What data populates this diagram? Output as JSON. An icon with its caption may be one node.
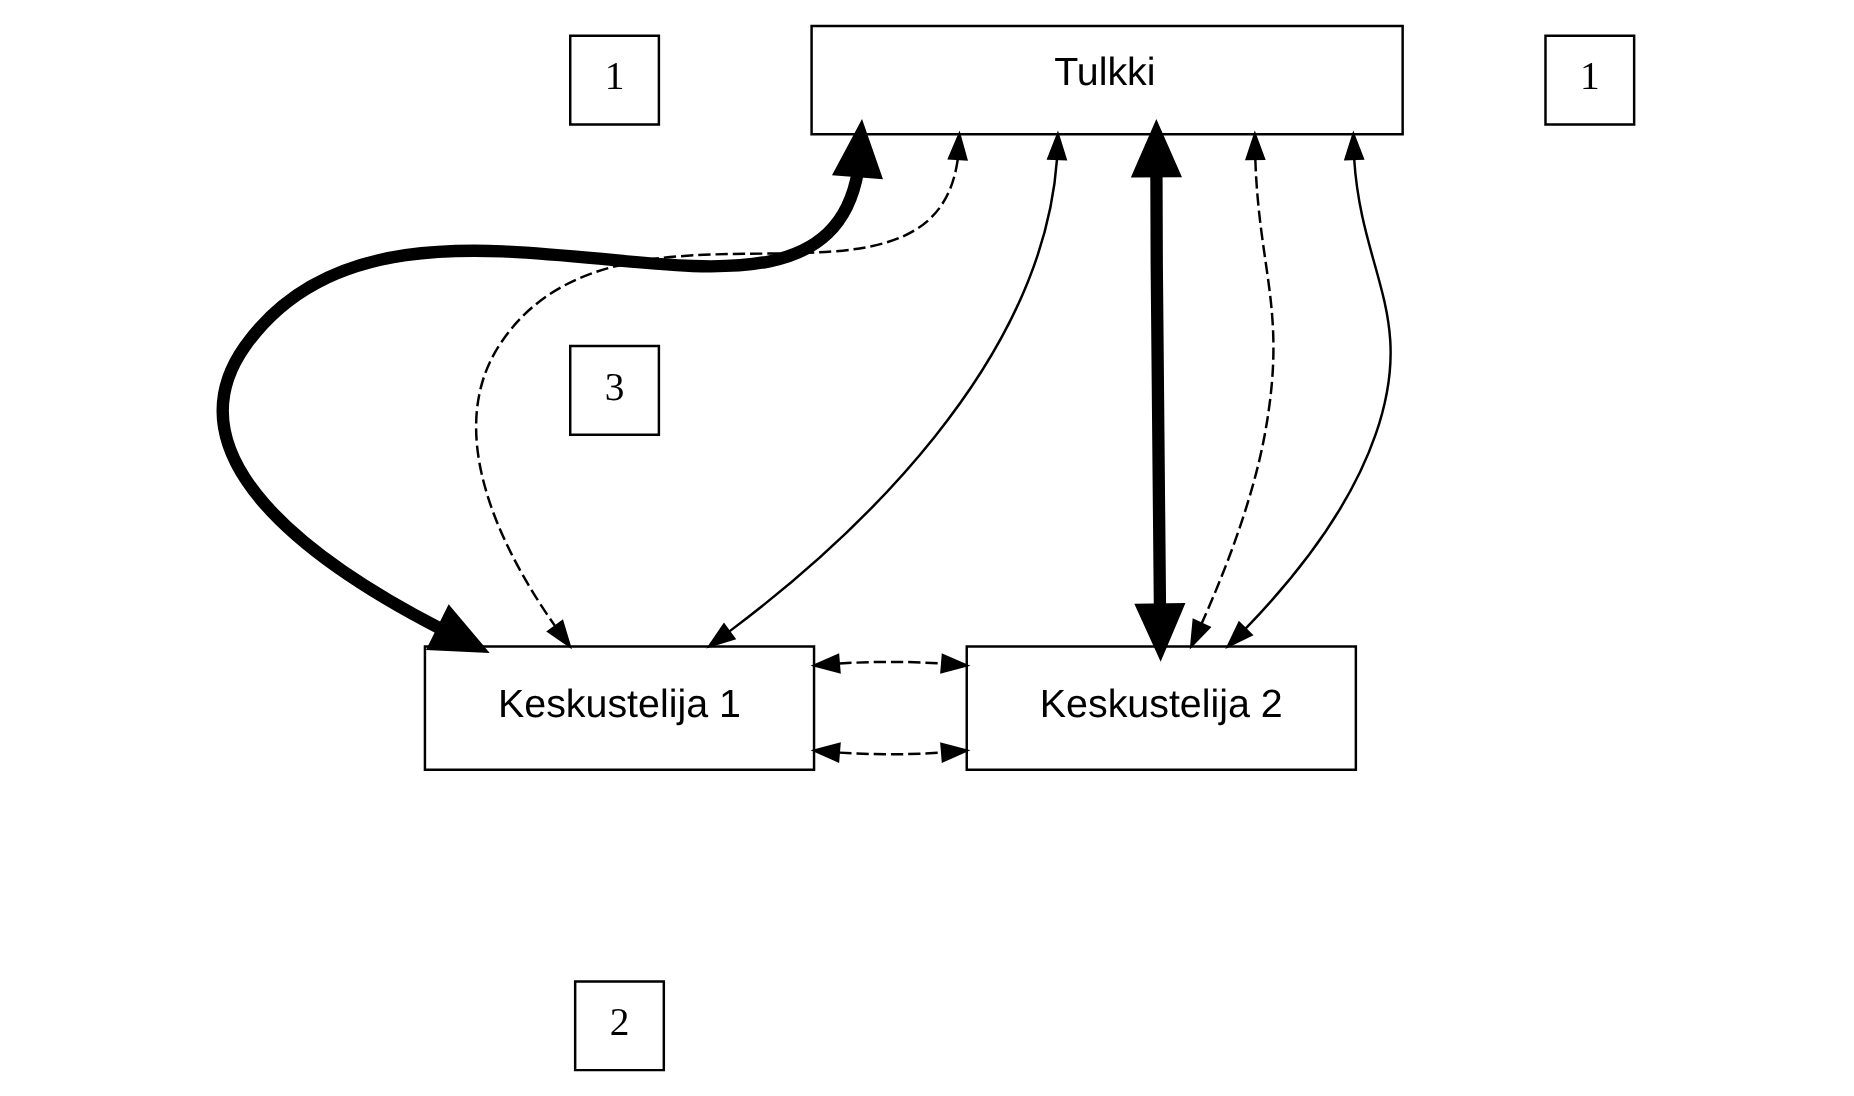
{
  "diagram": {
    "nodes": [
      {
        "text": [
          "Tulkki"
        ]
      },
      {
        "text": [
          "1"
        ]
      },
      {
        "text": [
          "1"
        ]
      },
      {
        "text": [
          "3"
        ]
      },
      {
        "text": [
          "Keskustelija 1"
        ]
      },
      {
        "text": [
          "Keskustelija 2"
        ]
      },
      {
        "text": [
          "2"
        ]
      }
    ],
    "edges": [
      {
        "from": 0,
        "to": 4,
        "arrow": "both",
        "style": "thick"
      },
      {
        "from": 0,
        "to": 4,
        "arrow": "both",
        "style": "dashed"
      },
      {
        "from": 0,
        "to": 4,
        "arrow": "both"
      },
      {
        "from": 0,
        "to": 5,
        "arrow": "both",
        "style": "thick"
      },
      {
        "from": 0,
        "to": 5,
        "arrow": "both",
        "style": "dashed"
      },
      {
        "from": 0,
        "to": 5,
        "arrow": "both"
      },
      {
        "from": 4,
        "to": 5,
        "arrow": "both",
        "style": "dashed"
      },
      {
        "from": 4,
        "to": 5,
        "arrow": "both",
        "style": "dashed"
      }
    ]
  }
}
